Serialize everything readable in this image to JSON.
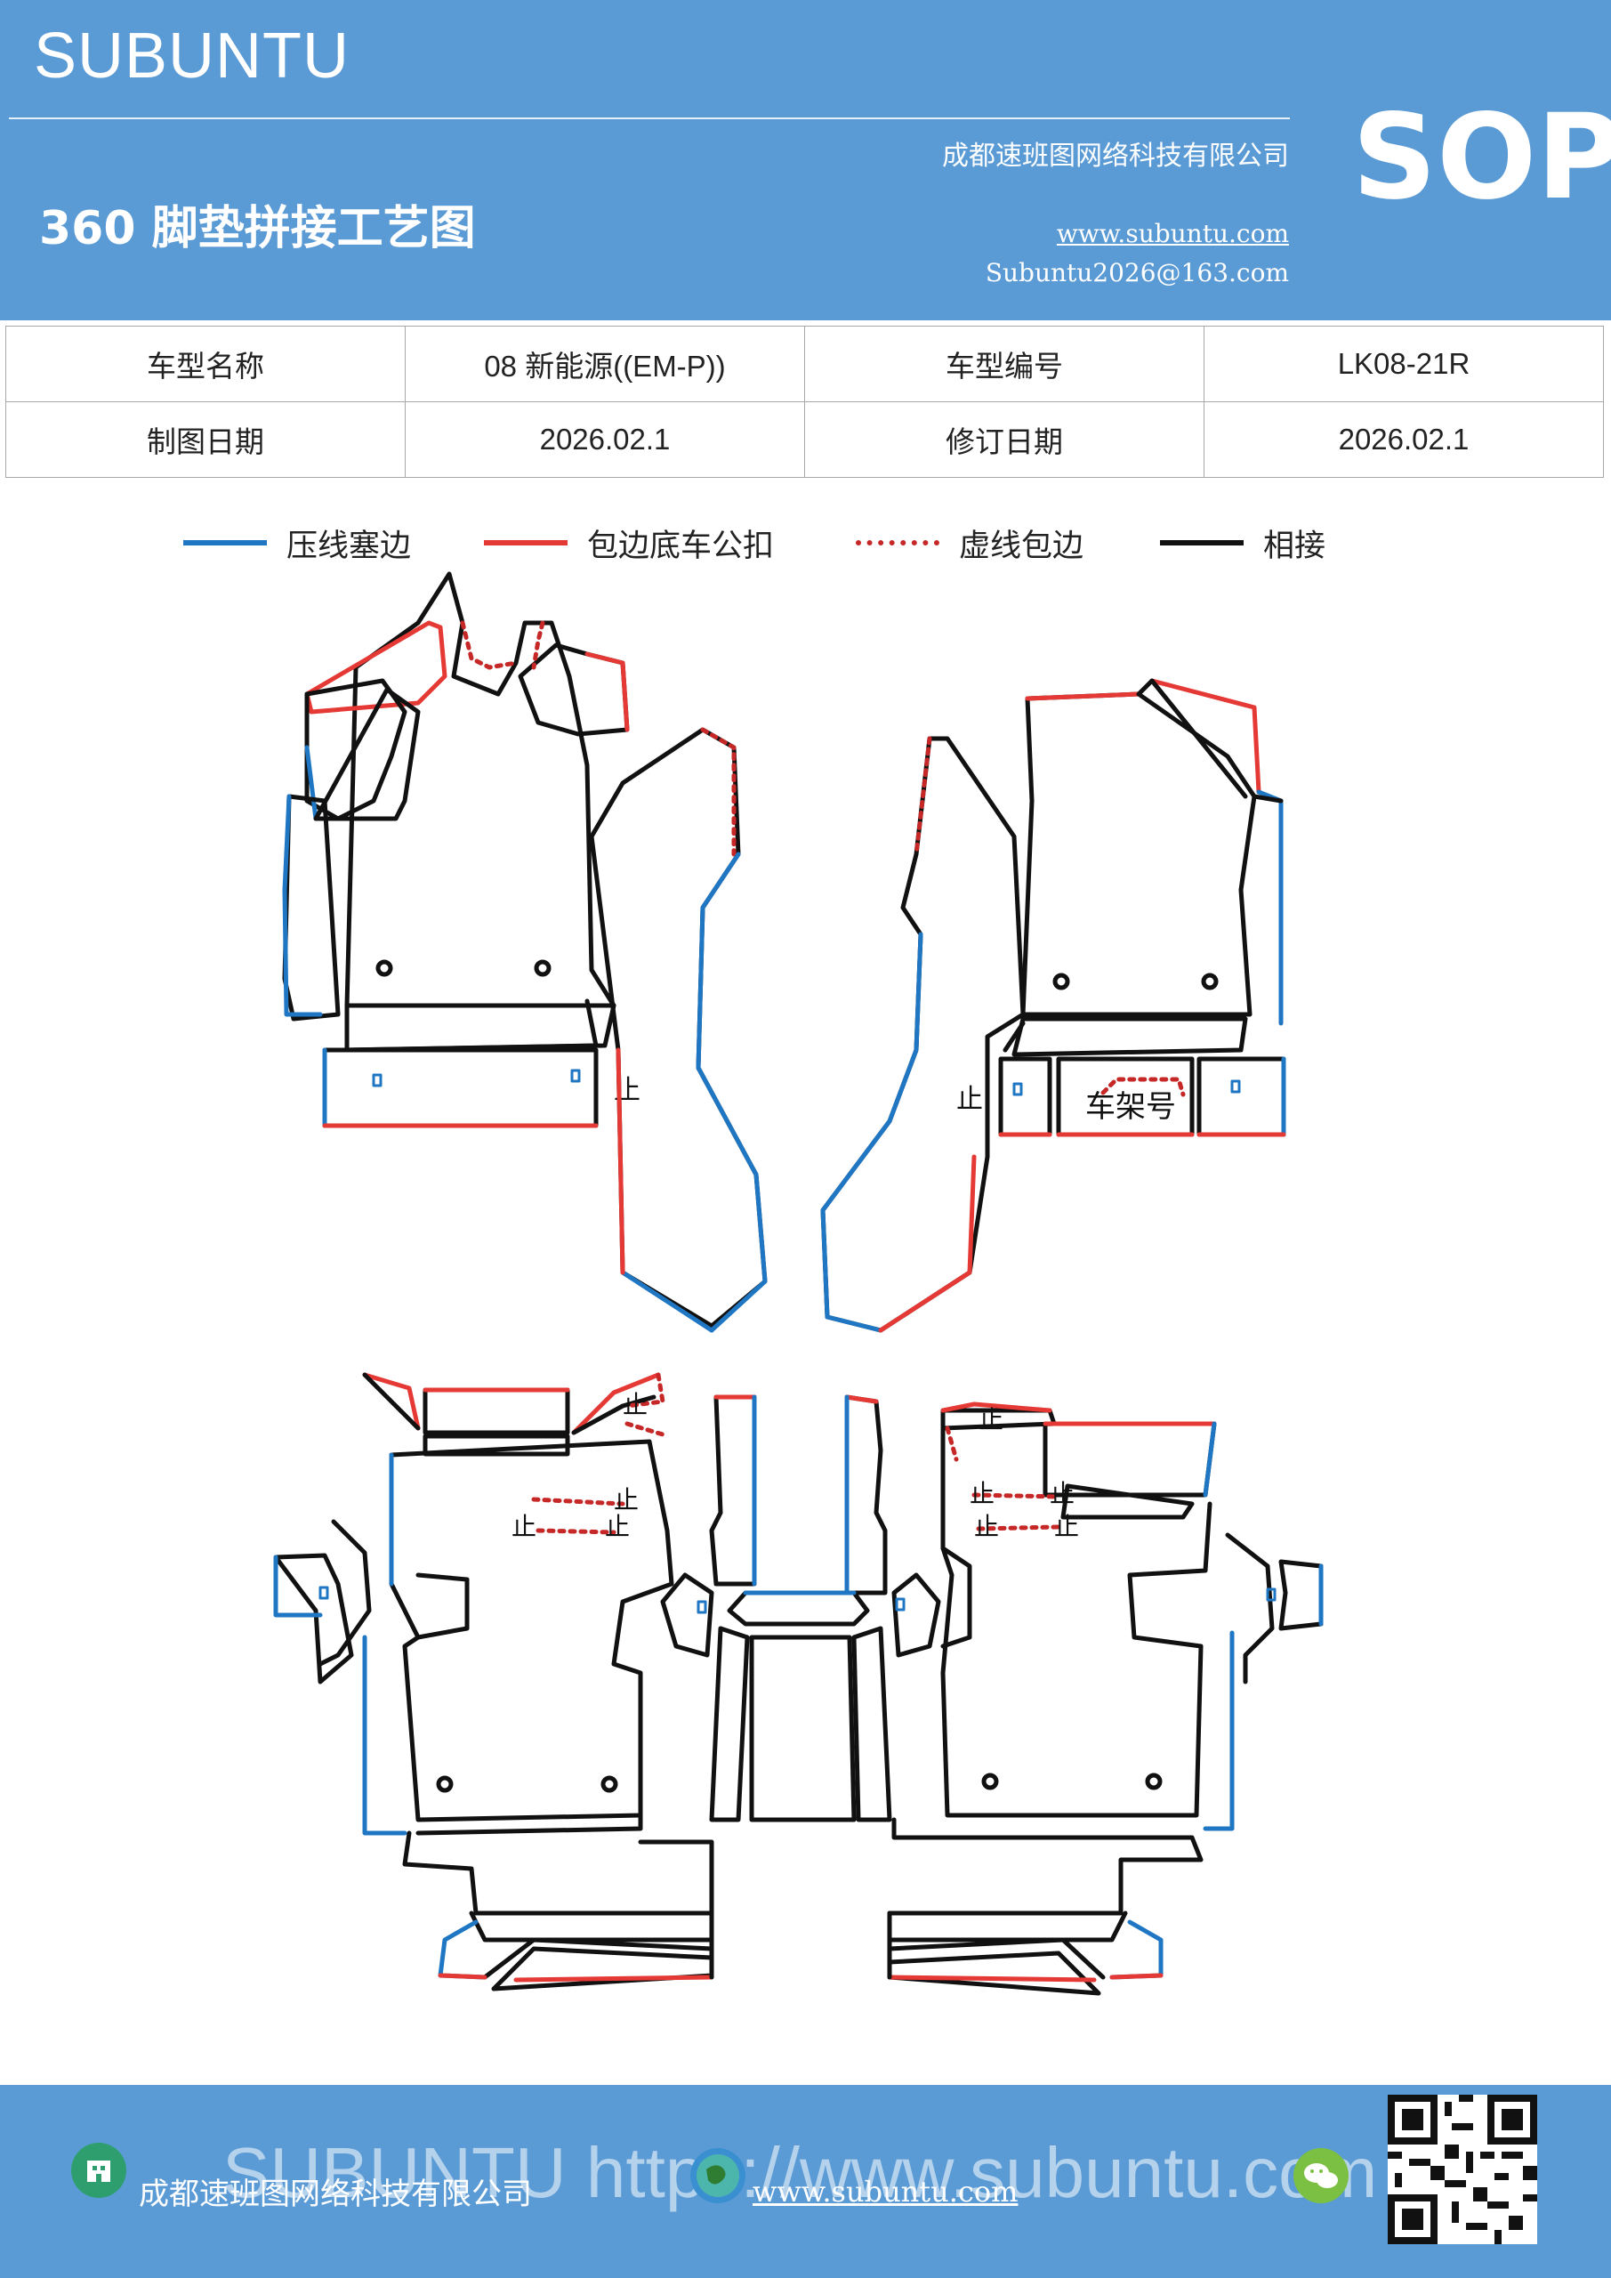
{
  "header": {
    "brand": "SUBUNTU",
    "company": "成都速班图网络科技有限公司",
    "title": "360 脚垫拼接工艺图",
    "website": "www.subuntu.com",
    "email": "Subuntu2026@163.com",
    "badge": "SOP"
  },
  "info_table": [
    [
      "车型名称",
      "08 新能源((EM-P))",
      "车型编号",
      "LK08-21R"
    ],
    [
      "制图日期",
      "2026.02.1",
      "修订日期",
      "2026.02.1"
    ]
  ],
  "legend": [
    {
      "label": "压线塞边",
      "color": "#1f77c4",
      "style": "solid"
    },
    {
      "label": "包边底车公扣",
      "color": "#e53935",
      "style": "solid"
    },
    {
      "label": "虚线包边",
      "color": "#c62828",
      "style": "dotted"
    },
    {
      "label": "相接",
      "color": "#111111",
      "style": "solid"
    }
  ],
  "diagram": {
    "stop_mark": "止",
    "vin_label": "车架号"
  },
  "footer": {
    "company": "成都速班图网络科技有限公司",
    "website": "www.subuntu.com",
    "watermark": "SUBUNTU https://www.subuntu.com"
  }
}
